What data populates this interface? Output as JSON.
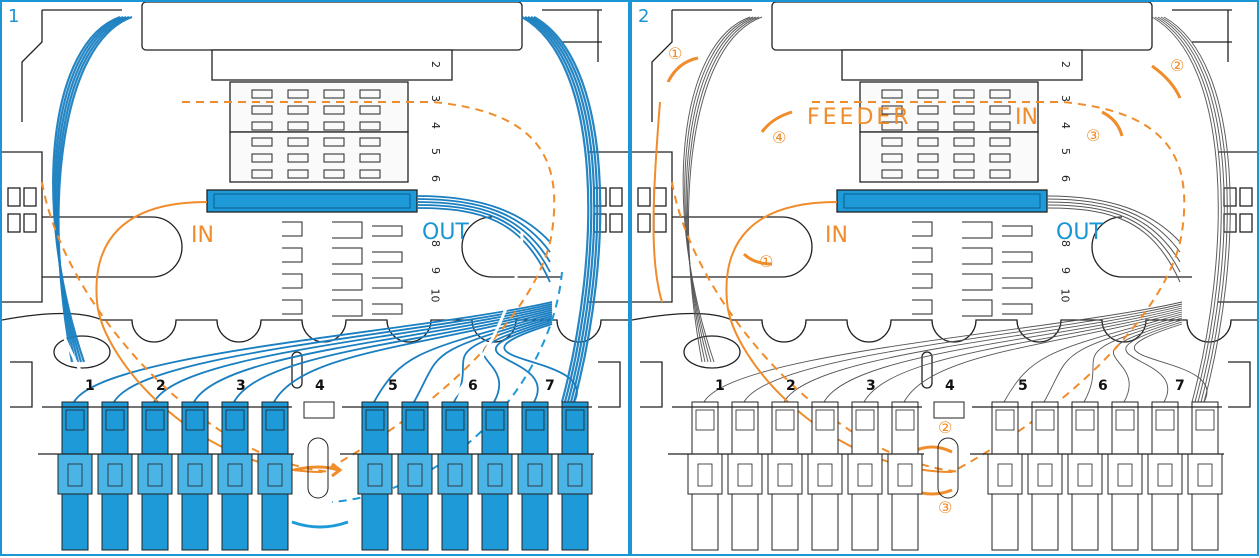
{
  "colors": {
    "frame": "#1a96d4",
    "fiber_blue": "#1a7fc0",
    "adapter_blue": "#1e9ad8",
    "route_orange": "#f08c2a",
    "line": "#222222"
  },
  "panels": [
    {
      "number": "1",
      "labels": {
        "in": "IN",
        "out": "OUT"
      },
      "ports": [
        "1",
        "2",
        "3",
        "4",
        "5",
        "6",
        "7"
      ],
      "tray_numbers": [
        "2",
        "3",
        "4",
        "5",
        "6",
        "8",
        "9",
        "10"
      ],
      "adapter_state": "connected (blue)"
    },
    {
      "number": "2",
      "labels": {
        "feeder": "FEEDER",
        "in_top": "IN",
        "in": "IN",
        "out": "OUT"
      },
      "ports": [
        "1",
        "2",
        "3",
        "4",
        "5",
        "6",
        "7"
      ],
      "tray_numbers": [
        "2",
        "3",
        "4",
        "5",
        "6",
        "8",
        "9",
        "10"
      ],
      "steps": [
        "①",
        "②",
        "③",
        "④",
        "①",
        "②",
        "③"
      ],
      "adapter_state": "empty (outline)"
    }
  ]
}
